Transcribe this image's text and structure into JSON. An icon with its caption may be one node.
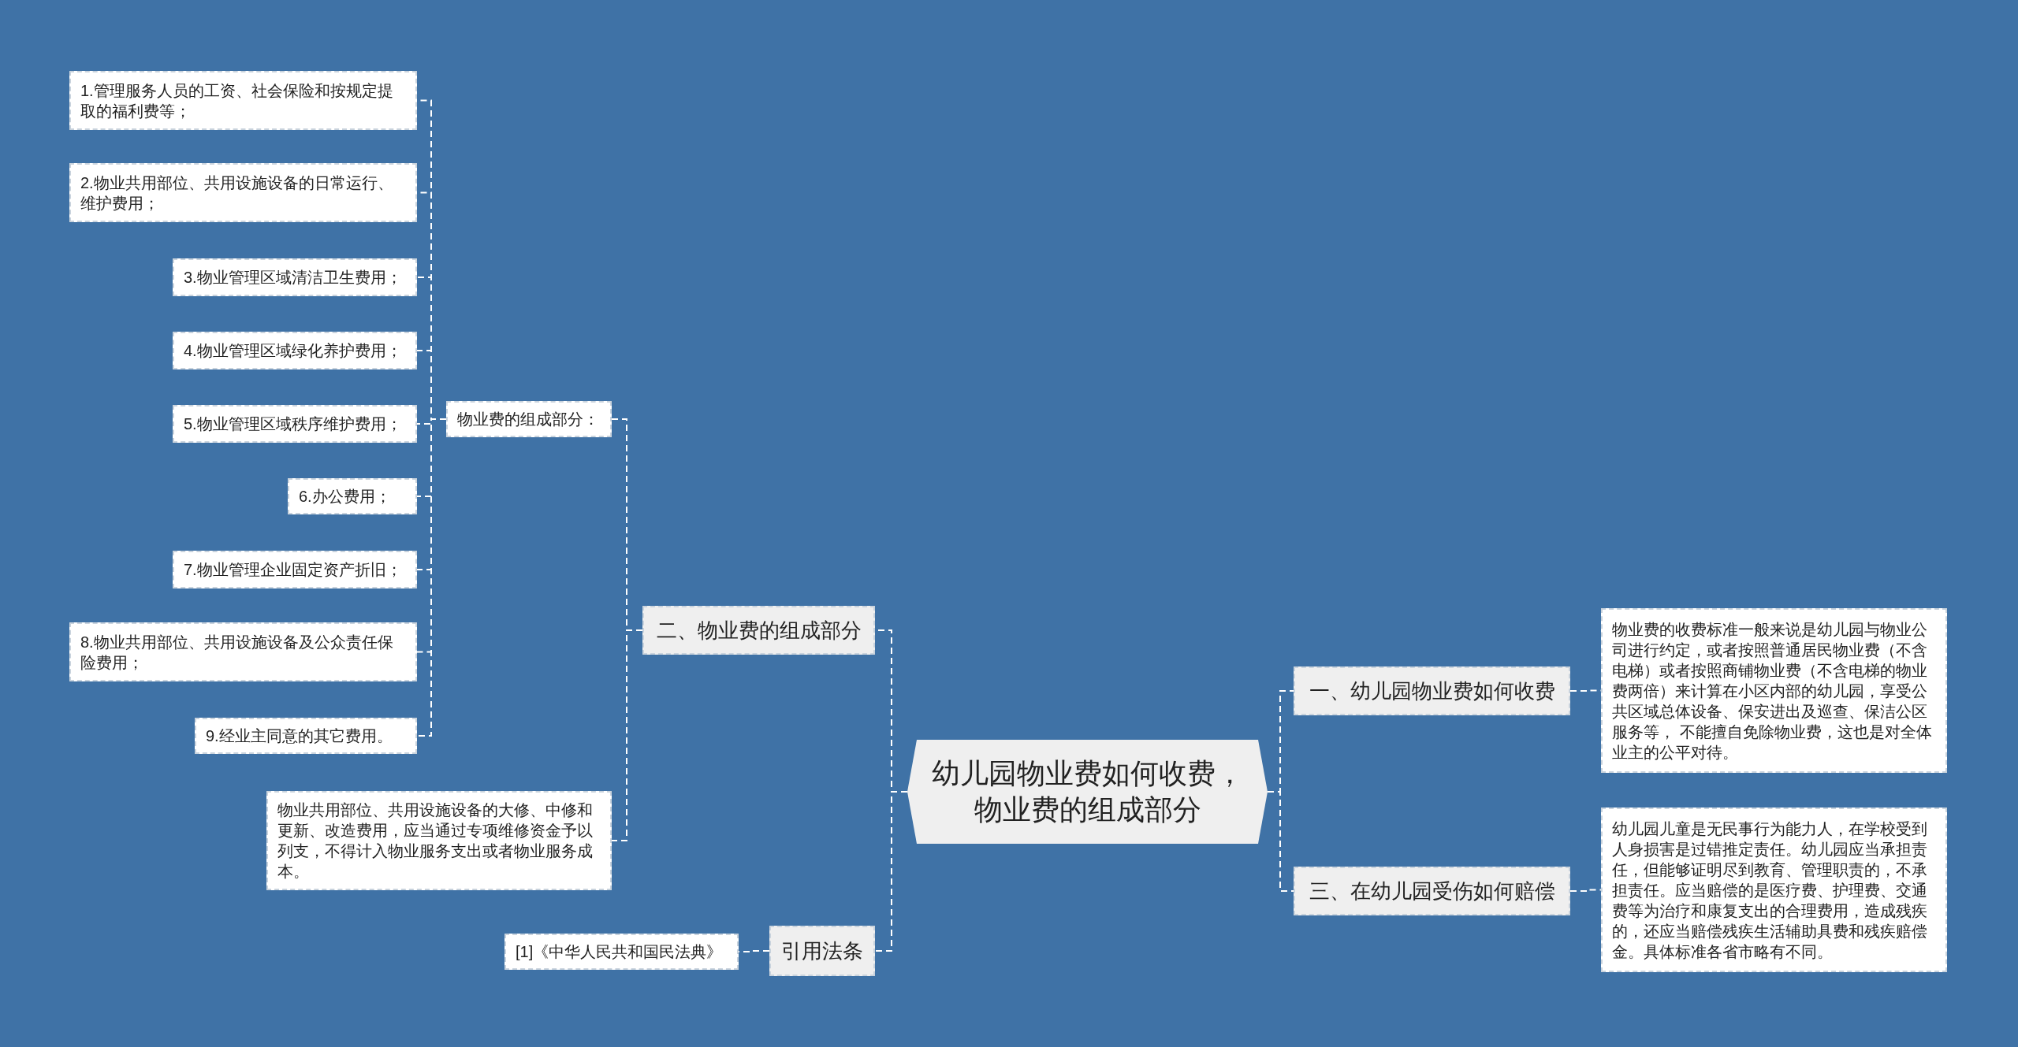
{
  "diagram": {
    "nodes": [
      {
        "text": [
          "幼儿园物业费如何收费，物业费的组成部分"
        ]
      },
      {
        "text": [
          "一、幼儿园物业费如何收费"
        ]
      },
      {
        "text": [
          "物业费的收费标准一般来说是幼儿园与物业公司进行约定，或者按照普通居民物业费（不含电梯）或者按照商铺物业费（不含电梯的物业费两倍）来计算在小区内部的幼儿园，享受公共区域总体设备、保安进出及巡查、保洁公区服务等， 不能擅自免除物业费，这也是对全体业主的公平对待。"
        ]
      },
      {
        "text": [
          "三、在幼儿园受伤如何赔偿"
        ]
      },
      {
        "text": [
          "幼儿园儿童是无民事行为能力人，在学校受到人身损害是过错推定责任。幼儿园应当承担责任，但能够证明尽到教育、管理职责的，不承担责任。应当赔偿的是医疗费、护理费、交通费等为治疗和康复支出的合理费用，造成残疾的，还应当赔偿残疾生活辅助具费和残疾赔偿金。具体标准各省市略有不同。"
        ]
      },
      {
        "text": [
          "二、物业费的组成部分"
        ]
      },
      {
        "text": [
          "物业费的组成部分："
        ]
      },
      {
        "text": [
          "1.管理服务人员的工资、社会保险和按规定提取的福利费等；"
        ]
      },
      {
        "text": [
          "2.物业共用部位、共用设施设备的日常运行、维护费用；"
        ]
      },
      {
        "text": [
          "3.物业管理区域清洁卫生费用；"
        ]
      },
      {
        "text": [
          "4.物业管理区域绿化养护费用；"
        ]
      },
      {
        "text": [
          "5.物业管理区域秩序维护费用；"
        ]
      },
      {
        "text": [
          "6.办公费用；"
        ]
      },
      {
        "text": [
          "7.物业管理企业固定资产折旧；"
        ]
      },
      {
        "text": [
          "8.物业共用部位、共用设施设备及公众责任保险费用；"
        ]
      },
      {
        "text": [
          "9.经业主同意的其它费用。"
        ]
      },
      {
        "text": [
          "物业共用部位、共用设施设备的大修、中修和更新、改造费用，应当通过专项维修资金予以列支，不得计入物业服务支出或者物业服务成本。"
        ]
      },
      {
        "text": [
          "引用法条"
        ]
      },
      {
        "text": [
          "[1]《中华人民共和国民法典》"
        ]
      }
    ],
    "edges": [
      {
        "from": 0,
        "to": 1,
        "arrow": "none"
      },
      {
        "from": 1,
        "to": 2,
        "arrow": "none"
      },
      {
        "from": 0,
        "to": 3,
        "arrow": "none"
      },
      {
        "from": 3,
        "to": 4,
        "arrow": "none"
      },
      {
        "from": 0,
        "to": 5,
        "arrow": "none"
      },
      {
        "from": 5,
        "to": 6,
        "arrow": "none"
      },
      {
        "from": 6,
        "to": 7,
        "arrow": "none"
      },
      {
        "from": 6,
        "to": 8,
        "arrow": "none"
      },
      {
        "from": 6,
        "to": 9,
        "arrow": "none"
      },
      {
        "from": 6,
        "to": 10,
        "arrow": "none"
      },
      {
        "from": 6,
        "to": 11,
        "arrow": "none"
      },
      {
        "from": 6,
        "to": 12,
        "arrow": "none"
      },
      {
        "from": 6,
        "to": 13,
        "arrow": "none"
      },
      {
        "from": 6,
        "to": 14,
        "arrow": "none"
      },
      {
        "from": 6,
        "to": 15,
        "arrow": "none"
      },
      {
        "from": 5,
        "to": 16,
        "arrow": "none"
      },
      {
        "from": 0,
        "to": 17,
        "arrow": "none"
      },
      {
        "from": 17,
        "to": 18,
        "arrow": "none"
      }
    ]
  }
}
